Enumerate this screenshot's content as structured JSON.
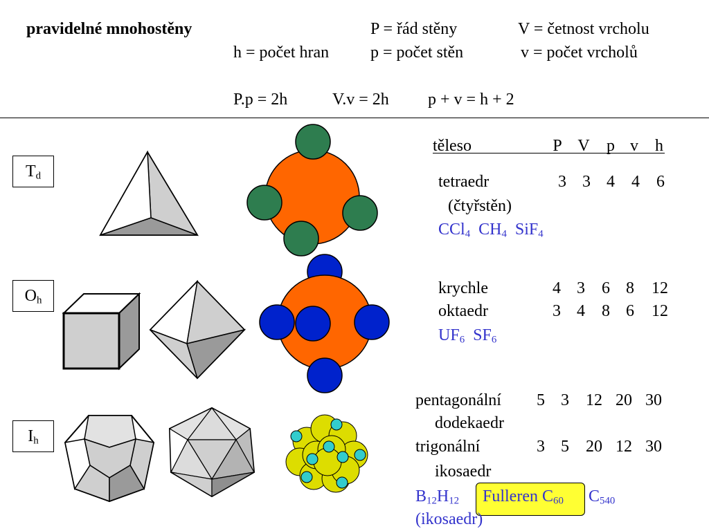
{
  "title": "pravidelné mnohostěny",
  "definitions": {
    "P": "P = řád stěny",
    "V": "V = četnost vrcholu",
    "h": "h = počet hran",
    "p": "p = počet stěn",
    "v": "v = počet vrcholů"
  },
  "formulas": [
    "P.p = 2h",
    "V.v = 2h",
    "p + v = h + 2"
  ],
  "symmetry": [
    {
      "main": "T",
      "sub": "d"
    },
    {
      "main": "O",
      "sub": "h"
    },
    {
      "main": "I",
      "sub": "h"
    }
  ],
  "table": {
    "headers": [
      "těleso",
      "P",
      "V",
      "p",
      "v",
      "h"
    ],
    "rows": [
      {
        "name": "tetraedr",
        "note": "(čtyřstěn)",
        "values": [
          "3",
          "3",
          "4",
          "4",
          "6"
        ]
      },
      {
        "name": "krychle",
        "values": [
          "4",
          "3",
          "6",
          "8",
          "12"
        ]
      },
      {
        "name": "oktaedr",
        "values": [
          "3",
          "4",
          "8",
          "6",
          "12"
        ]
      },
      {
        "name": "pentagonální",
        "note": "dodekaedr",
        "values": [
          "5",
          "3",
          "12",
          "20",
          "30"
        ]
      },
      {
        "name": "trigonální",
        "note": "ikosaedr",
        "values": [
          "3",
          "5",
          "20",
          "12",
          "30"
        ]
      }
    ]
  },
  "examples": {
    "td": [
      {
        "main": "CCl",
        "sub": "4"
      },
      {
        "main": "CH",
        "sub": "4"
      },
      {
        "main": "SiF",
        "sub": "4"
      }
    ],
    "oh": [
      {
        "main": "UF",
        "sub": "6"
      },
      {
        "main": "SF",
        "sub": "6"
      }
    ],
    "ih": {
      "b": {
        "main1": "B",
        "sub1": "12",
        "main2": "H",
        "sub2": "12"
      },
      "fullerene": {
        "main": "Fulleren C",
        "sub": "60"
      },
      "c540": {
        "main": "C",
        "sub": "540"
      },
      "note": "(ikosaedr)"
    }
  },
  "colors": {
    "text_blue": "#3333cc",
    "highlight": "#ffff33",
    "center_atom": "#ff6600",
    "ligand_green": "#2e7d4f",
    "ligand_blue": "#0022cc",
    "fullerene_yellow": "#dddd00",
    "fullerene_cyan": "#33cccc",
    "polyhedron_gray": "#cccccc"
  }
}
